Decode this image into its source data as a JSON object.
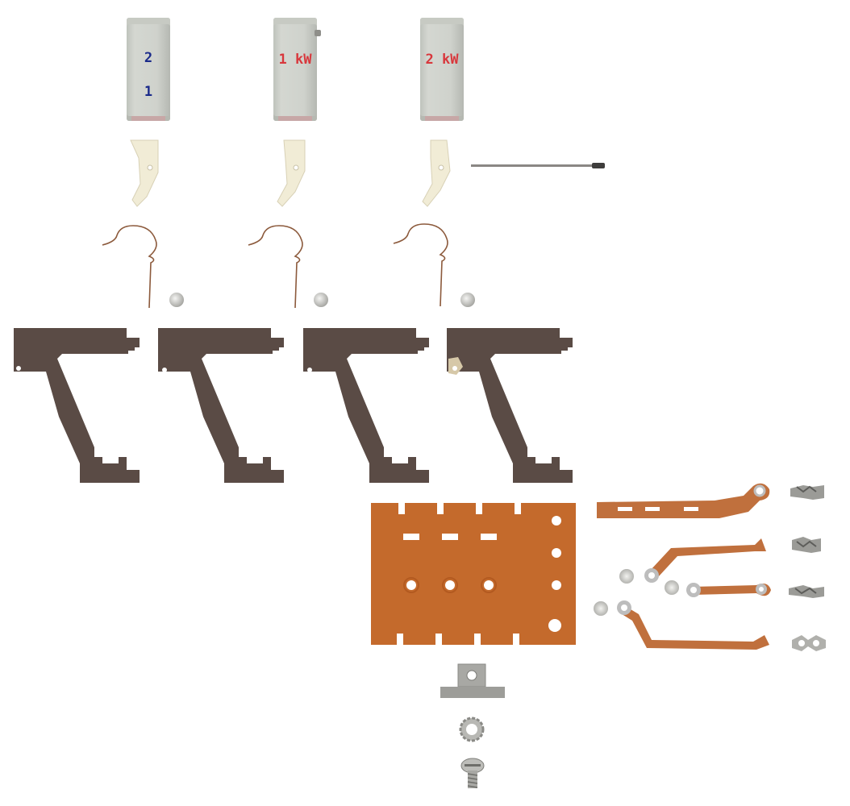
{
  "caps": [
    {
      "top_label": "2",
      "bottom_label": "1"
    },
    {
      "label": "1 kW"
    },
    {
      "label": "2 kW"
    }
  ],
  "colors": {
    "cap_gray": "#cfd2cc",
    "cap_blue_text": "#1a2a8a",
    "cap_red_text": "#d8373c",
    "bracket_brown": "#5a4b45",
    "pcb_copper": "#c46a2c",
    "copper_strip": "#c0703d",
    "lever_cream": "#f1ecd6"
  }
}
